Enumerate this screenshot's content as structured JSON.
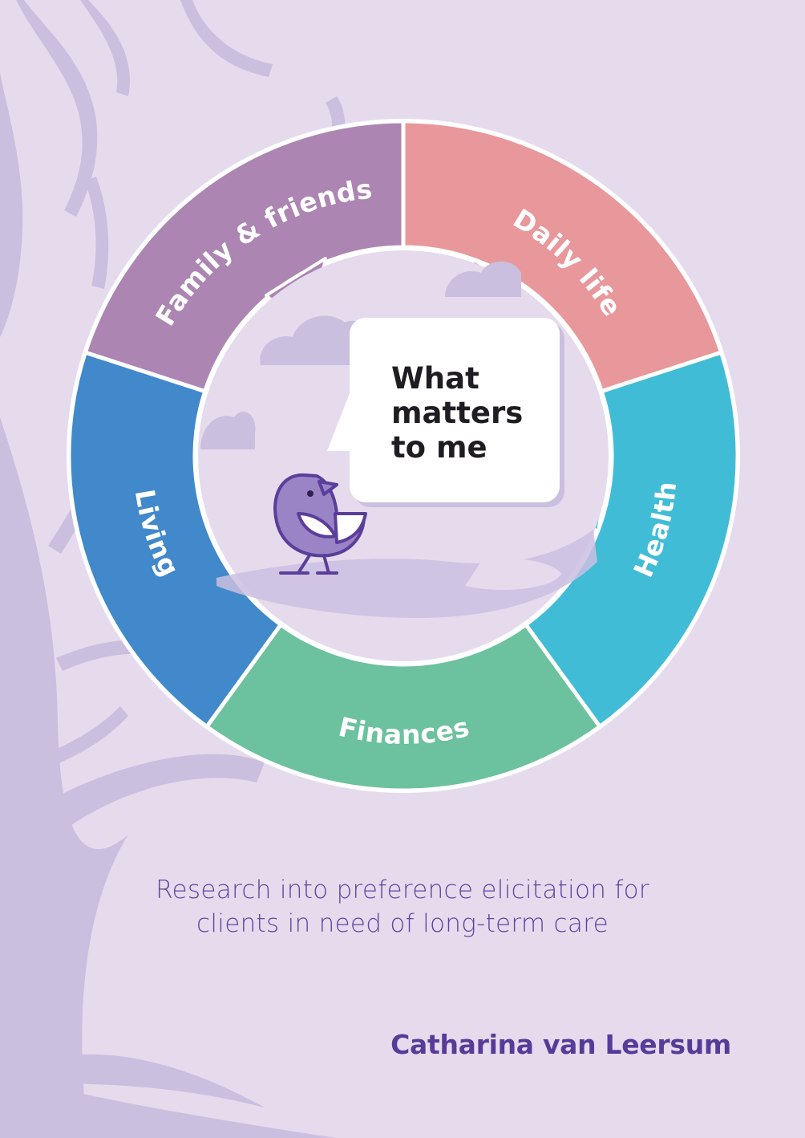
{
  "wheel": {
    "segments": [
      {
        "key": "daily",
        "label": "Daily life",
        "color": "#e8979b"
      },
      {
        "key": "health",
        "label": "Health",
        "color": "#41bcd6"
      },
      {
        "key": "finances",
        "label": "Finances",
        "color": "#6cc19f"
      },
      {
        "key": "living",
        "label": "Living",
        "color": "#4189cb"
      },
      {
        "key": "family",
        "label": "Family & friends",
        "color": "#ac85b2"
      }
    ],
    "center": {
      "lines": [
        "What",
        "matters",
        "to me"
      ]
    }
  },
  "subtitle": {
    "line1": "Research into preference elicitation for",
    "line2": "clients in need of long-term care"
  },
  "author": "Catharina van Leersum",
  "colors": {
    "background": "#e5dbed",
    "tree": "#cbbfe0",
    "text_accent": "#5e45a0"
  },
  "icons": {
    "bird": "bird-icon",
    "speech": "speech-bubble-icon"
  }
}
